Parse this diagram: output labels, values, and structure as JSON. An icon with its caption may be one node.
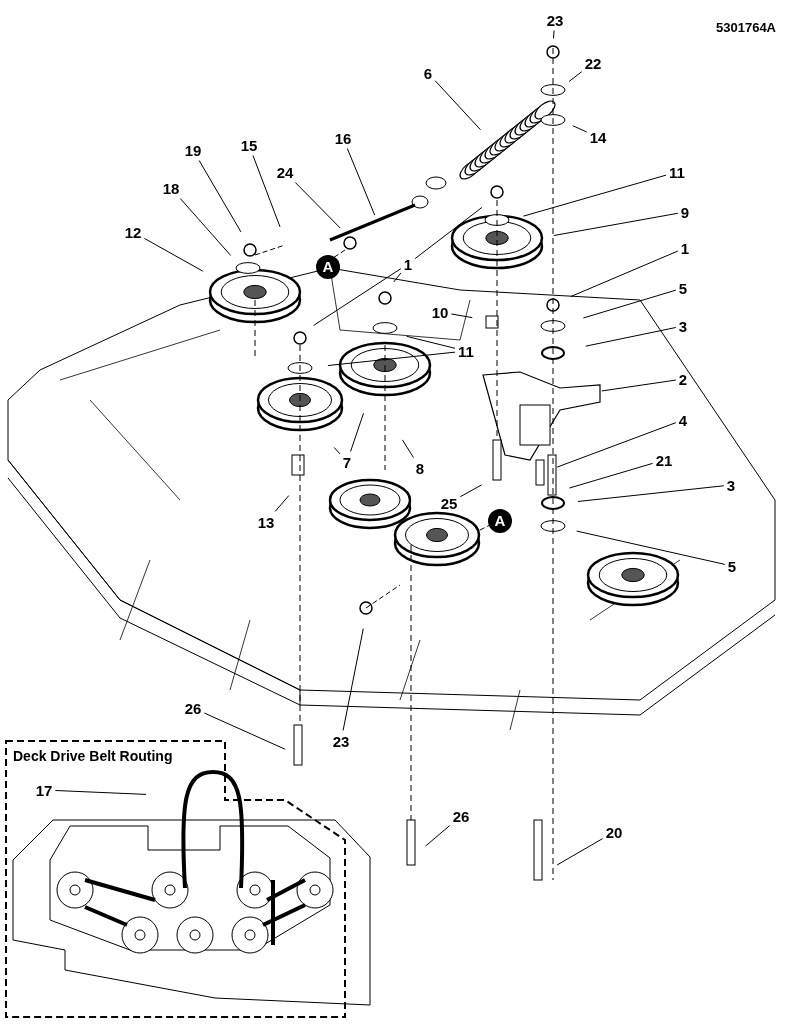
{
  "diagram": {
    "nodes": [
      {
        "text": [
          "23"
        ]
      },
      {
        "text": [
          "22"
        ]
      },
      {
        "text": [
          "6"
        ]
      },
      {
        "text": [
          "14"
        ]
      },
      {
        "text": [
          "19"
        ]
      },
      {
        "text": [
          "15"
        ]
      },
      {
        "text": [
          "16"
        ]
      },
      {
        "text": [
          "11"
        ]
      },
      {
        "text": [
          "24"
        ]
      },
      {
        "text": [
          "9"
        ]
      },
      {
        "text": [
          "18"
        ]
      },
      {
        "text": [
          "12"
        ]
      },
      {
        "text": [
          "1"
        ]
      },
      {
        "text": [
          "1"
        ]
      },
      {
        "text": [
          "A"
        ]
      },
      {
        "text": [
          "10"
        ]
      },
      {
        "text": [
          "5"
        ]
      },
      {
        "text": [
          "11"
        ]
      },
      {
        "text": [
          "3"
        ]
      },
      {
        "text": [
          "2"
        ]
      },
      {
        "text": [
          "7"
        ]
      },
      {
        "text": [
          "8"
        ]
      },
      {
        "text": [
          "4"
        ]
      },
      {
        "text": [
          "21"
        ]
      },
      {
        "text": [
          "25"
        ]
      },
      {
        "text": [
          "3"
        ]
      },
      {
        "text": [
          "A"
        ]
      },
      {
        "text": [
          "13"
        ]
      },
      {
        "text": [
          "5"
        ]
      },
      {
        "text": [
          "26"
        ]
      },
      {
        "text": [
          "23"
        ]
      },
      {
        "text": [
          "26"
        ]
      },
      {
        "text": [
          "20"
        ]
      },
      {
        "text": [
          "Deck Drive Belt Routing"
        ]
      },
      {
        "text": [
          "17"
        ],
        "in": 33
      }
    ],
    "edges": [
      {
        "from": 0,
        "to": null,
        "arrow": "none"
      },
      {
        "from": 1,
        "to": null,
        "arrow": "none"
      },
      {
        "from": 2,
        "to": null,
        "arrow": "none"
      },
      {
        "from": 3,
        "to": null,
        "arrow": "none"
      },
      {
        "from": 4,
        "to": null,
        "arrow": "none"
      },
      {
        "from": 5,
        "to": null,
        "arrow": "none"
      },
      {
        "from": 6,
        "to": null,
        "arrow": "none"
      },
      {
        "from": 7,
        "to": null,
        "arrow": "none"
      },
      {
        "from": 8,
        "to": null,
        "arrow": "none"
      },
      {
        "from": 9,
        "to": null,
        "arrow": "none"
      },
      {
        "from": 10,
        "to": null,
        "arrow": "none"
      },
      {
        "from": 11,
        "to": null,
        "arrow": "none"
      },
      {
        "from": 12,
        "to": null,
        "arrow": "none"
      },
      {
        "from": 12,
        "to": null,
        "arrow": "none"
      },
      {
        "from": 12,
        "to": null,
        "arrow": "none"
      },
      {
        "from": 13,
        "to": null,
        "arrow": "none"
      },
      {
        "from": 15,
        "to": null,
        "arrow": "none"
      },
      {
        "from": 16,
        "to": null,
        "arrow": "none"
      },
      {
        "from": 17,
        "to": null,
        "arrow": "none"
      },
      {
        "from": 17,
        "to": null,
        "arrow": "none"
      },
      {
        "from": 18,
        "to": null,
        "arrow": "none"
      },
      {
        "from": 19,
        "to": null,
        "arrow": "none"
      },
      {
        "from": 20,
        "to": null,
        "arrow": "none"
      },
      {
        "from": 20,
        "to": null,
        "arrow": "none"
      },
      {
        "from": 21,
        "to": null,
        "arrow": "none"
      },
      {
        "from": 22,
        "to": null,
        "arrow": "none"
      },
      {
        "from": 23,
        "to": null,
        "arrow": "none"
      },
      {
        "from": 24,
        "to": null,
        "arrow": "none"
      },
      {
        "from": 25,
        "to": null,
        "arrow": "none"
      },
      {
        "from": 27,
        "to": null,
        "arrow": "none"
      },
      {
        "from": 28,
        "to": null,
        "arrow": "none"
      },
      {
        "from": 29,
        "to": null,
        "arrow": "none"
      },
      {
        "from": 30,
        "to": null,
        "arrow": "none"
      },
      {
        "from": 31,
        "to": null,
        "arrow": "none"
      },
      {
        "from": 32,
        "to": null,
        "arrow": "none"
      },
      {
        "from": 34,
        "to": null,
        "arrow": "none"
      }
    ],
    "labels": [
      "5301764A"
    ]
  }
}
